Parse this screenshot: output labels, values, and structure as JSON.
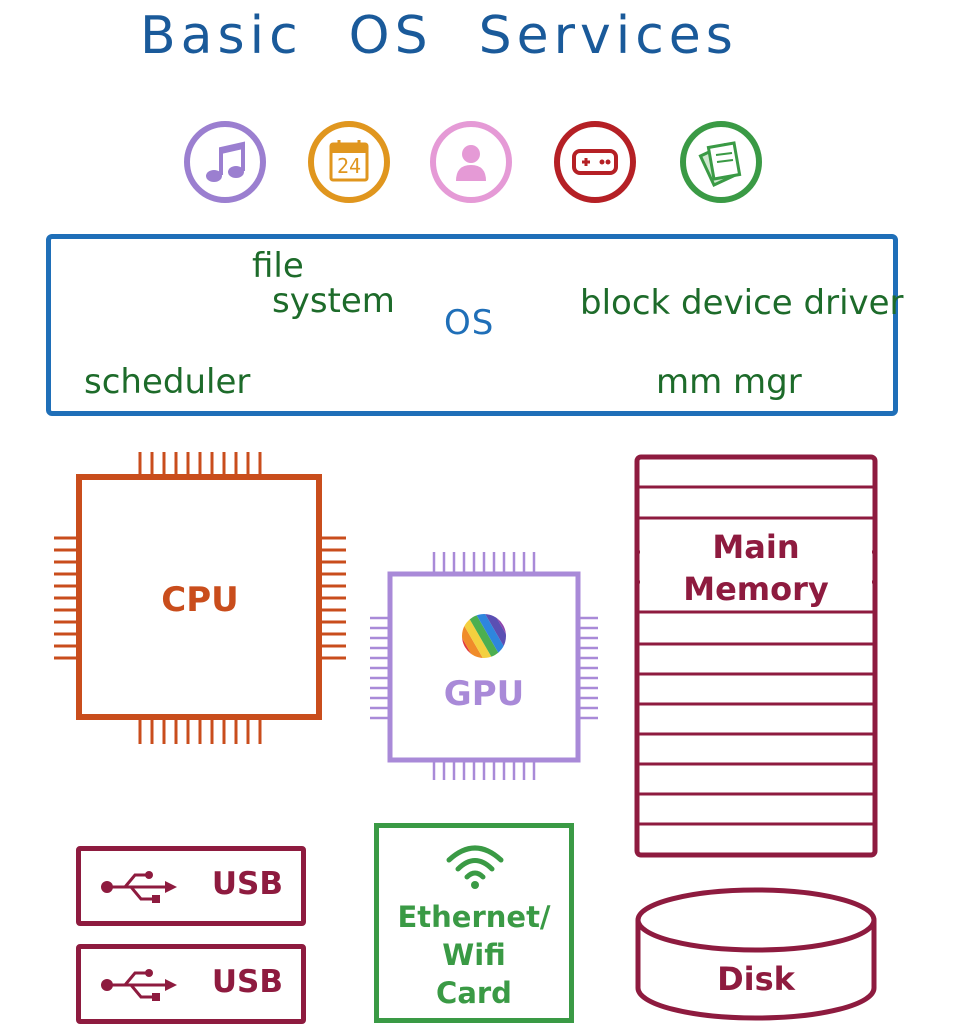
{
  "title": {
    "word1": "Basic",
    "word2": "OS",
    "word3": "Services"
  },
  "apps": [
    {
      "icon": "music-note-icon",
      "color": "#9b7fd0"
    },
    {
      "icon": "calendar-icon",
      "color": "#e0961e",
      "text": "24"
    },
    {
      "icon": "user-icon",
      "color": "#e59ad6"
    },
    {
      "icon": "gamepad-icon",
      "color": "#b52025"
    },
    {
      "icon": "document-icon",
      "color": "#3a9a45"
    }
  ],
  "os": {
    "label": "OS",
    "file_system_line1": "file",
    "file_system_line2": "system",
    "block_device_driver": "block device driver",
    "scheduler": "scheduler",
    "mm_mgr": "mm mgr",
    "border_color": "#1f6fb8",
    "component_color": "#1d6b2a"
  },
  "hardware": {
    "cpu": {
      "label": "CPU",
      "color": "#c94d1c"
    },
    "gpu": {
      "label": "GPU",
      "color": "#a98ad8"
    },
    "memory": {
      "line1": "Main",
      "line2": "Memory",
      "color": "#8e1b3f"
    },
    "usb": [
      {
        "label": "USB"
      },
      {
        "label": "USB"
      }
    ],
    "network": {
      "line1": "Ethernet/",
      "line2": "Wifi",
      "line3": "Card",
      "color": "#3a9a45"
    },
    "disk": {
      "label": "Disk",
      "color": "#8e1b3f"
    }
  }
}
